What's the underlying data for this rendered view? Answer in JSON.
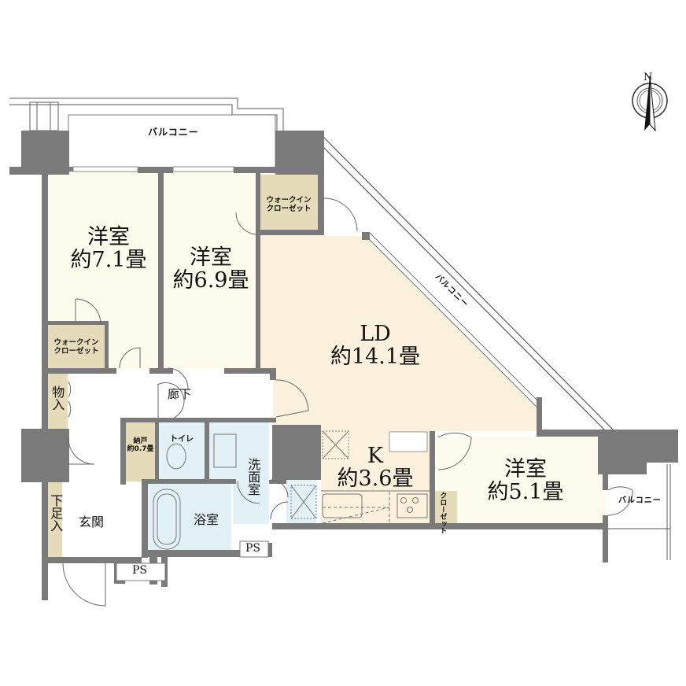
{
  "floorplan": {
    "colors": {
      "wall": "#7a7a7a",
      "bedroom": "#fdfcec",
      "ldk": "#fcf1dc",
      "storage": "#e6dbb8",
      "wet_area": "#e2f1f6",
      "corridor": "#ffffff",
      "outline": "#6b6b6b"
    },
    "compass": {
      "label": "N"
    },
    "rooms": {
      "bedroom1": {
        "name": "洋室",
        "size": "約7.1畳"
      },
      "bedroom2": {
        "name": "洋室",
        "size": "約6.9畳"
      },
      "ld": {
        "name": "LD",
        "size": "約14.1畳"
      },
      "kitchen": {
        "name": "K",
        "size": "約3.6畳"
      },
      "bedroom3": {
        "name": "洋室",
        "size": "約5.1畳"
      },
      "wic1": {
        "line1": "ウォークイン",
        "line2": "クローゼット"
      },
      "wic2": {
        "line1": "ウォークイン",
        "line2": "クローゼット"
      },
      "closet": {
        "label": "クローゼット"
      },
      "storage_nando": {
        "line1": "納戸",
        "line2": "約0.7畳"
      },
      "monoire": {
        "label": "物入"
      },
      "getabako": {
        "label": "下足入"
      },
      "corridor": {
        "label": "廊下"
      },
      "toilet": {
        "label": "トイレ"
      },
      "washroom": {
        "label": "洗面室"
      },
      "bathroom": {
        "label": "浴室"
      },
      "entrance": {
        "label": "玄関"
      },
      "ps1": {
        "label": "PS"
      },
      "ps2": {
        "label": "PS"
      }
    },
    "balconies": {
      "north": "バルコニー",
      "diagonal": "バルコニー",
      "east": "バルコニー"
    }
  }
}
